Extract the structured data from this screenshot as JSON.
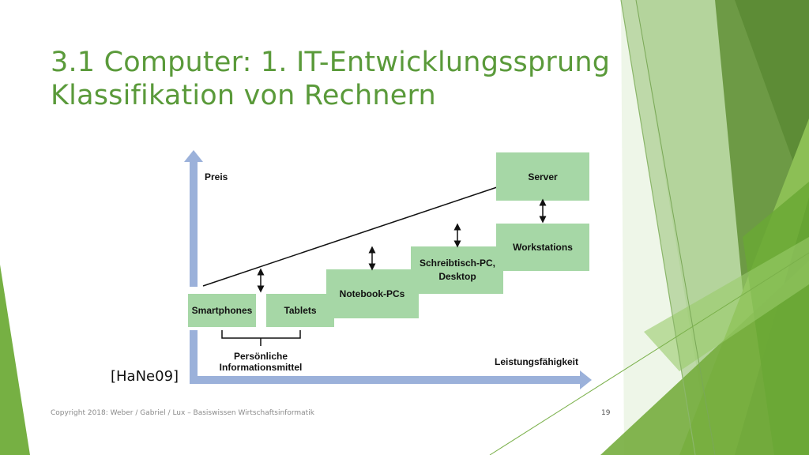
{
  "slide": {
    "title_line1": "3.1 Computer: 1. IT-Entwicklungssprung",
    "title_line2": "Klassifikation von Rechnern",
    "citation": "[HaNe09]",
    "footer": "Copyright 2018: Weber / Gabriel / Lux – Basiswissen Wirtschaftsinformatik",
    "page_number": "19"
  },
  "diagram": {
    "y_axis_label": "Preis",
    "x_axis_label": "Leistungsfähigkeit",
    "boxes": {
      "smartphones": "Smartphones",
      "tablets": "Tablets",
      "notebook": "Notebook-PCs",
      "desktop_line1": "Schreibtisch-PC,",
      "desktop_line2": "Desktop",
      "workstations": "Workstations",
      "server": "Server"
    },
    "bracket_line1": "Persönliche",
    "bracket_line2": "Informationsmittel"
  },
  "colors": {
    "title_green": "#5a9a3a",
    "box_fill": "#a6d7a6",
    "axis_blue": "#9bb1da"
  }
}
